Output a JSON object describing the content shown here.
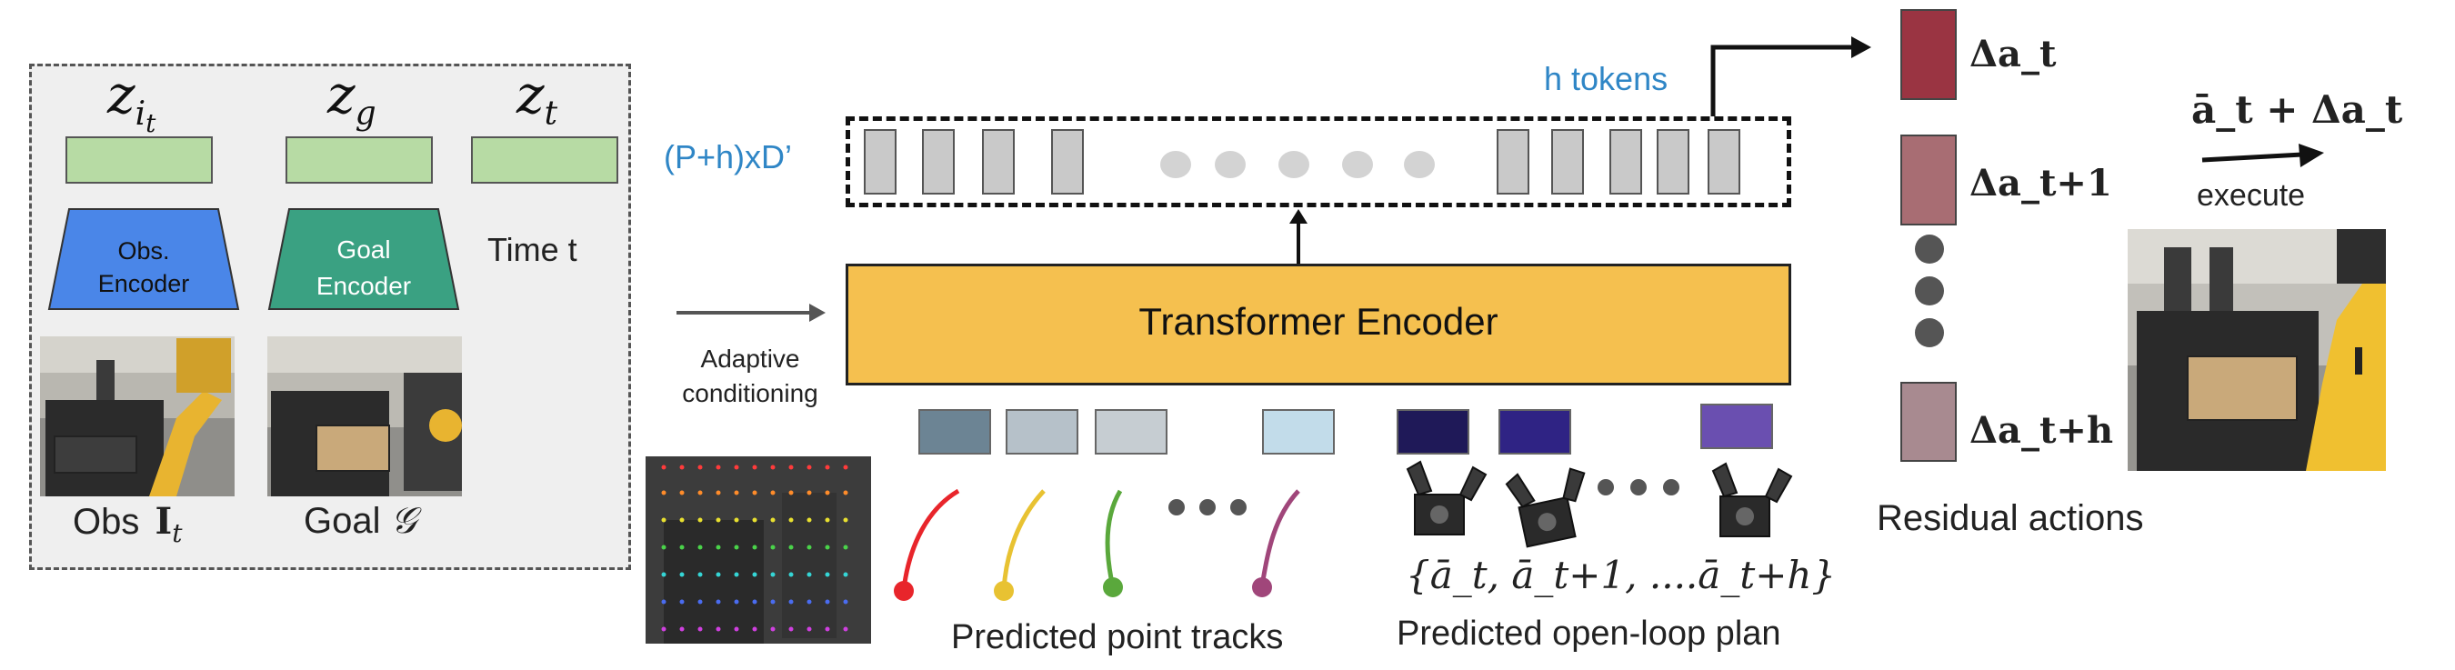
{
  "colors": {
    "obs_encoder": "#4a86e8",
    "goal_encoder": "#3aa182",
    "transformer": "#f5c04f",
    "accent_blue": "#2f86c6",
    "latent_green": "#b7dba4",
    "residual_t": "#9a3442",
    "residual_t1": "#a86d73",
    "residual_th": "#a88a90"
  },
  "input_panel": {
    "latent_obs": "z",
    "latent_obs_sub": "i",
    "latent_obs_subsub": "t",
    "latent_goal": "z",
    "latent_goal_sub": "g",
    "latent_time": "z",
    "latent_time_sub": "t",
    "obs_encoder_line1": "Obs.",
    "obs_encoder_line2": "Encoder",
    "goal_encoder_line1": "Goal",
    "goal_encoder_line2": "Encoder",
    "time_label": "Time t",
    "obs_caption": "Obs",
    "obs_caption_symbol": "I",
    "obs_caption_sub": "t",
    "goal_caption": "Goal",
    "goal_caption_symbol": "𝒢"
  },
  "model": {
    "tokens_dim_label": "(P+h)xD’",
    "h_tokens_label": "h tokens",
    "adaptive_line1": "Adaptive",
    "adaptive_line2": "conditioning",
    "transformer_label": "Transformer Encoder"
  },
  "conditioning": {
    "point_tracks_label": "Predicted point tracks",
    "plan_label": "Predicted open-loop plan",
    "plan_set": "{ā_t, ā_t+1, ....ā_t+h}",
    "track_colors": [
      "#e8252b",
      "#e8c232",
      "#5aa83c",
      "#a0467a"
    ]
  },
  "residuals": {
    "labels": [
      "Δa_t",
      "Δa_t+1",
      "Δa_t+h"
    ],
    "caption": "Residual actions",
    "execute_formula": "ā_t + Δa_t",
    "execute_label": "execute"
  }
}
